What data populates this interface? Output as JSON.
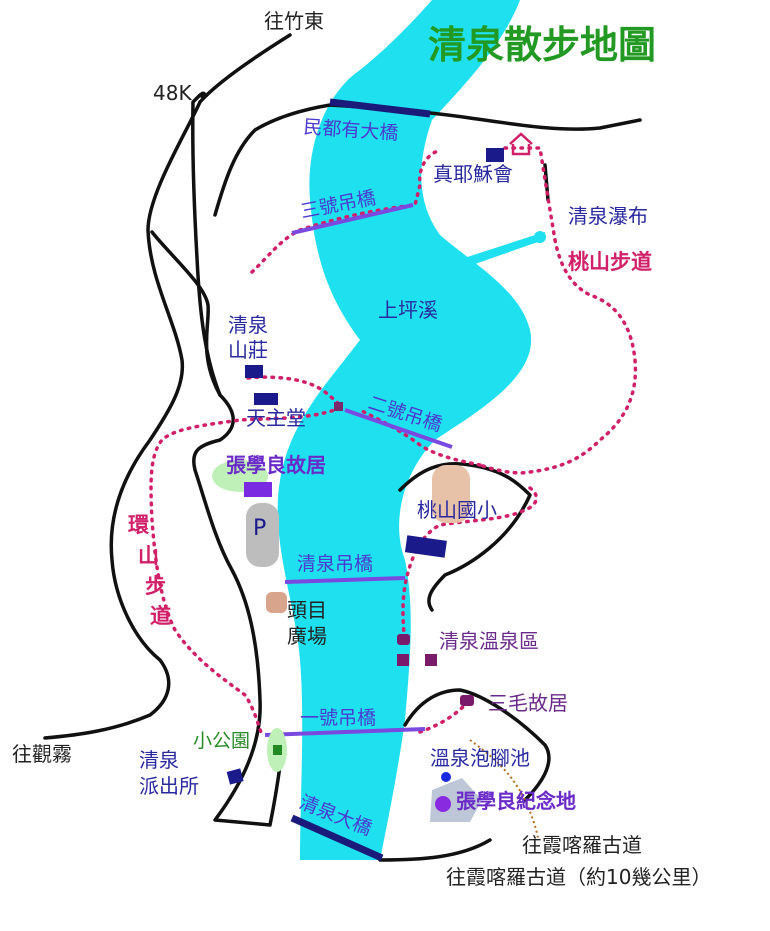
{
  "title": "清泉散步地圖",
  "directions": {
    "to_zhudong": "往竹東",
    "km_marker": "48K",
    "to_guanwu": "往觀霧",
    "to_xiakeluo": "往霞喀羅古道",
    "to_xiakeluo_distance": "往霞喀羅古道（約10幾公里）"
  },
  "river": {
    "name": "上坪溪"
  },
  "bridges": {
    "minduyou": "民都有大橋",
    "suspension_3": "三號吊橋",
    "suspension_2": "二號吊橋",
    "qingquan_suspension": "清泉吊橋",
    "suspension_1": "一號吊橋",
    "qingquan_big": "清泉大橋"
  },
  "trails": {
    "taoshan": "桃山步道",
    "huanshan": [
      "環",
      "山",
      "步",
      "道"
    ]
  },
  "places": {
    "church_jesus": "真耶穌會",
    "waterfall": "清泉瀑布",
    "villa_line1": "清泉",
    "villa_line2": "山莊",
    "catholic_church": "天主堂",
    "zhang_residence": "張學良故居",
    "parking": "P",
    "taoshan_school": "桃山國小",
    "plaza_line1": "頭目",
    "plaza_line2": "廣場",
    "hot_spring_area": "清泉溫泉區",
    "sanmao_residence": "三毛故居",
    "small_park": "小公園",
    "police_line1": "清泉",
    "police_line2": "派出所",
    "foot_spa": "溫泉泡腳池",
    "zhang_memorial": "張學良紀念地"
  },
  "colors": {
    "river": "#1fe0ee",
    "title": "#229922",
    "trail": "#d1206a",
    "building": "#1a1a8a",
    "bridge_suspension": "#7a4ae0",
    "bridge_main": "#1a1a7a"
  }
}
